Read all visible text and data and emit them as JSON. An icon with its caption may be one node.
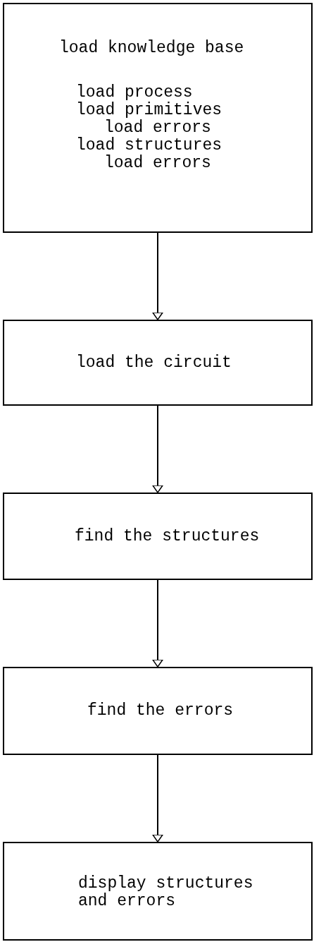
{
  "diagram": {
    "nodes": [
      {
        "text": [
          "load knowledge base",
          "load process",
          "load primitives",
          "load errors",
          "load structures",
          "load errors"
        ]
      },
      {
        "text": [
          "load the circuit"
        ]
      },
      {
        "text": [
          "find the structures"
        ]
      },
      {
        "text": [
          "find the errors"
        ]
      },
      {
        "text": [
          "display structures and errors"
        ]
      }
    ],
    "edges": [
      {
        "from": 0,
        "to": 1,
        "arrow": "to"
      },
      {
        "from": 1,
        "to": 2,
        "arrow": "to"
      },
      {
        "from": 2,
        "to": 3,
        "arrow": "to"
      },
      {
        "from": 3,
        "to": 4,
        "arrow": "to"
      }
    ]
  }
}
